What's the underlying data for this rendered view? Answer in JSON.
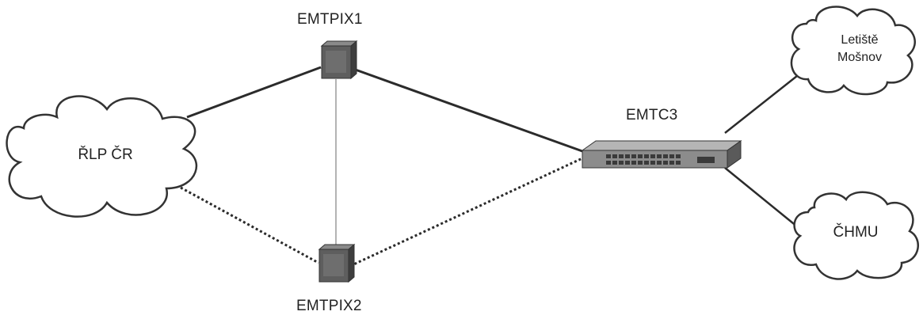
{
  "nodes": {
    "firewall_top": "EMTPIX1",
    "firewall_bottom": "EMTPIX2",
    "switch": "EMTC3"
  },
  "clouds": {
    "left": "ŘLP ČR",
    "top_right_line1": "Letiště",
    "top_right_line2": "Mošnov",
    "bottom_right": "ČHMU"
  },
  "links": [
    {
      "from": "ŘLP ČR",
      "to": "EMTPIX1",
      "style": "solid"
    },
    {
      "from": "ŘLP ČR",
      "to": "EMTPIX2",
      "style": "dotted"
    },
    {
      "from": "EMTPIX1",
      "to": "EMTPIX2",
      "style": "solid-thin"
    },
    {
      "from": "EMTPIX1",
      "to": "EMTC3",
      "style": "solid"
    },
    {
      "from": "EMTPIX2",
      "to": "EMTC3",
      "style": "dotted"
    },
    {
      "from": "EMTC3",
      "to": "Letiště Mošnov",
      "style": "solid"
    },
    {
      "from": "EMTC3",
      "to": "ČHMU",
      "style": "solid"
    }
  ],
  "colors": {
    "line": "#2b2b2b",
    "cloud_stroke": "#333333",
    "device": "#6b6b6b",
    "switch_body": "#8c8c8c"
  }
}
